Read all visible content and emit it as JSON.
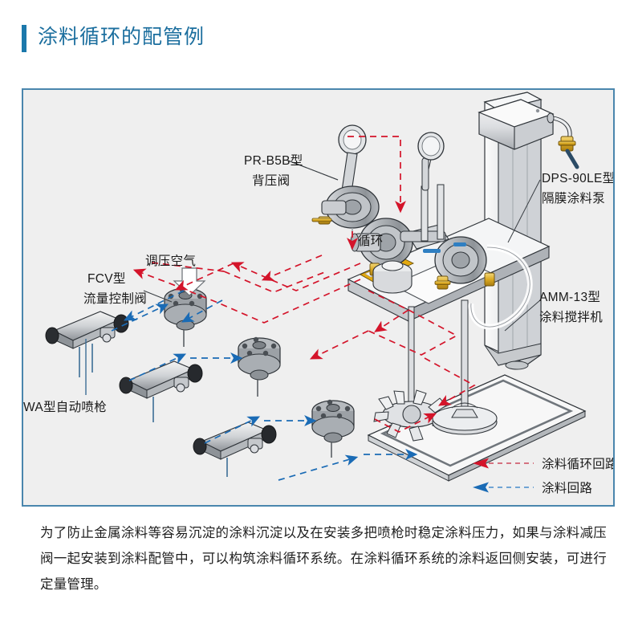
{
  "header": {
    "title": "涂料循环的配管例",
    "accent_color": "#1b78ab",
    "title_color": "#1b6e9e"
  },
  "diagram": {
    "background_color": "#efefef",
    "border_color": "#4a86ad",
    "labels": {
      "back_pressure_valve_model": "PR-B5B型",
      "back_pressure_valve_name": "背压阀",
      "diaphragm_pump_model": "DPS-90LE型",
      "diaphragm_pump_name": "隔膜涂料泵",
      "mixer_model": "AMM-13型",
      "mixer_name": "涂料搅拌机",
      "regulated_air": "调压空气",
      "flow_control_valve_model": "FCV型",
      "flow_control_valve_name": "流量控制阀",
      "spray_gun": "WA型自动喷枪",
      "circulation": "循环"
    },
    "legend": [
      {
        "label": "涂料循环回路",
        "color": "#d4142a",
        "dash_color": "#d06070"
      },
      {
        "label": "涂料回路",
        "color": "#1a6bb5",
        "dash_color": "#5e9ad0"
      }
    ],
    "colors": {
      "circulation_line": "#d4142a",
      "supply_line": "#1a6bb5",
      "metal_light": "#f2f2f2",
      "metal_mid": "#d4d6d8",
      "metal_dark": "#a9adb2",
      "outline": "#2e3338",
      "brass": "#d6a321",
      "hose": "#ffffff"
    }
  },
  "body": {
    "paragraph": "为了防止金属涂料等容易沉淀的涂料沉淀以及在安装多把喷枪时稳定涂料压力，如果与涂料减压阀一起安装到涂料配管中，可以构筑涂料循环系统。在涂料循环系统的涂料返回侧安装，可进行定量管理。"
  }
}
